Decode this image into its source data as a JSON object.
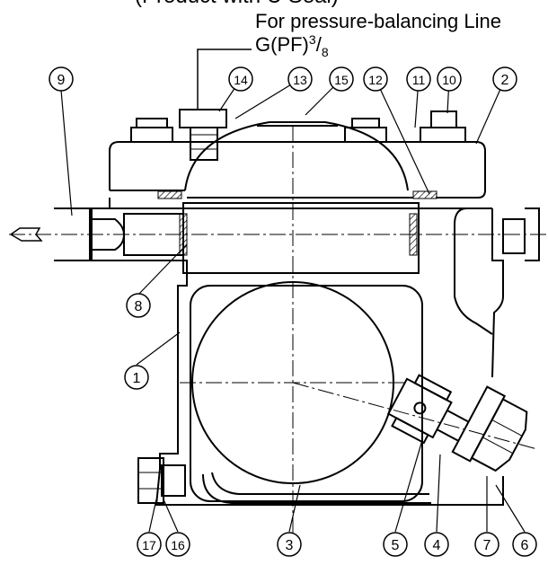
{
  "caption": {
    "top_fragment": "(Product with U Seal)",
    "line1": "For pressure-balancing Line",
    "line2_prefix": "G(PF)",
    "line2_sup": "3",
    "line2_slash": "/",
    "line2_sub": "8"
  },
  "callouts": [
    {
      "id": "c1",
      "label": "1"
    },
    {
      "id": "c2",
      "label": "2"
    },
    {
      "id": "c3",
      "label": "3"
    },
    {
      "id": "c4",
      "label": "4"
    },
    {
      "id": "c5",
      "label": "5"
    },
    {
      "id": "c6",
      "label": "6"
    },
    {
      "id": "c7",
      "label": "7"
    },
    {
      "id": "c8",
      "label": "8"
    },
    {
      "id": "c9",
      "label": "9"
    },
    {
      "id": "c10",
      "label": "10"
    },
    {
      "id": "c11",
      "label": "11"
    },
    {
      "id": "c12",
      "label": "12"
    },
    {
      "id": "c13",
      "label": "13"
    },
    {
      "id": "c14",
      "label": "14"
    },
    {
      "id": "c15",
      "label": "15"
    },
    {
      "id": "c16",
      "label": "16"
    },
    {
      "id": "c17",
      "label": "17"
    }
  ]
}
